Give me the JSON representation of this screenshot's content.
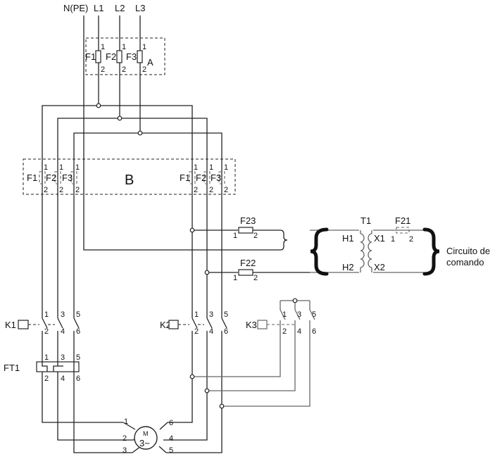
{
  "supply": {
    "n_pe": "N(PE)",
    "l1": "L1",
    "l2": "L2",
    "l3": "L3"
  },
  "fuse_group_a": {
    "tag": "A",
    "fuses": [
      {
        "name": "F1",
        "top": "1",
        "bottom": "2"
      },
      {
        "name": "F2",
        "top": "1",
        "bottom": "2"
      },
      {
        "name": "F3",
        "top": "1",
        "bottom": "2"
      }
    ]
  },
  "fuse_group_b": {
    "tag": "B",
    "left_fuses": [
      {
        "name": "F1",
        "top": "1",
        "bottom": "2"
      },
      {
        "name": "F2",
        "top": "1",
        "bottom": "2"
      },
      {
        "name": "F3",
        "top": "1",
        "bottom": "2"
      }
    ],
    "right_fuses": [
      {
        "name": "F1",
        "top": "1",
        "bottom": "2"
      },
      {
        "name": "F2",
        "top": "1",
        "bottom": "2"
      },
      {
        "name": "F3",
        "top": "1",
        "bottom": "2"
      }
    ]
  },
  "control_fuses": {
    "f23": {
      "name": "F23",
      "in": "1",
      "out": "2"
    },
    "f22": {
      "name": "F22",
      "in": "1",
      "out": "2"
    },
    "f21": {
      "name": "F21",
      "in": "1",
      "out": "2"
    }
  },
  "transformer": {
    "name": "T1",
    "h1": "H1",
    "h2": "H2",
    "x1": "X1",
    "x2": "X2"
  },
  "control_circuit_label": [
    "Circuito de",
    "comando"
  ],
  "contactors": {
    "k1": {
      "name": "K1",
      "top": [
        "1",
        "3",
        "5"
      ],
      "bottom": [
        "2",
        "4",
        "6"
      ]
    },
    "k2": {
      "name": "K2",
      "top": [
        "1",
        "3",
        "5"
      ],
      "bottom": [
        "2",
        "4",
        "6"
      ]
    },
    "k3": {
      "name": "K3",
      "top": [
        "1",
        "3",
        "5"
      ],
      "bottom": [
        "2",
        "4",
        "6"
      ]
    }
  },
  "overload_relay": {
    "name": "FT1",
    "top": [
      "1",
      "3",
      "5"
    ],
    "bottom": [
      "2",
      "4",
      "6"
    ]
  },
  "motor": {
    "symbol": "M",
    "phases": "3~",
    "terminals": {
      "t1": "1",
      "t2": "2",
      "t3": "3",
      "t4": "4",
      "t5": "5",
      "t6": "6"
    }
  }
}
